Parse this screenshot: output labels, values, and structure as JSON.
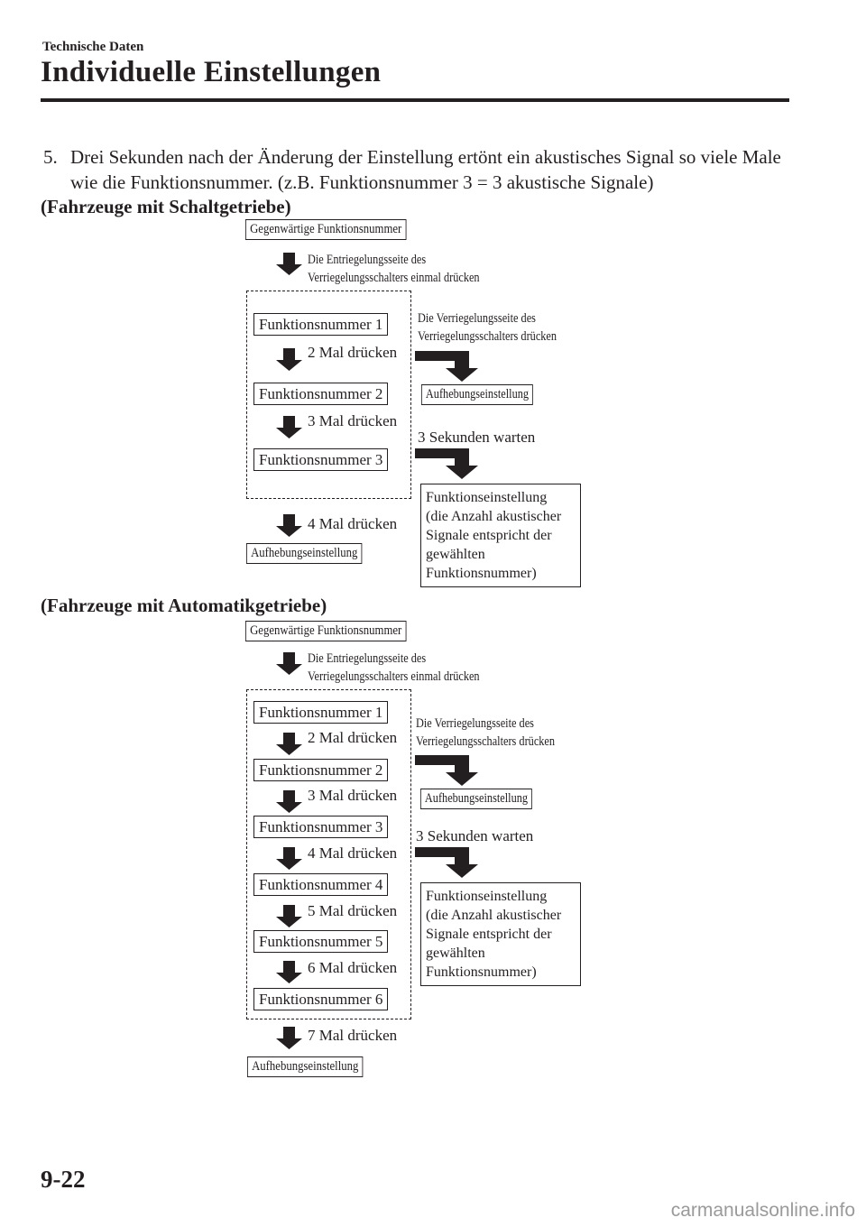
{
  "header": {
    "section": "Technische Daten",
    "title": "Individuelle Einstellungen"
  },
  "step": {
    "number": "5.",
    "text": "Drei Sekunden nach der Änderung der Einstellung ertönt ein akustisches Signal so viele Male wie die Funktionsnummer. (z.B. Funktionsnummer 3 = 3 akustische Signale)"
  },
  "manual": {
    "heading": "(Fahrzeuge mit Schaltgetriebe)",
    "current": "Gegenwärtige Funktionsnummer",
    "unlock_line1": "Die Entriegelungsseite des",
    "unlock_line2": "Verriegelungsschalters einmal drücken",
    "functions": [
      "Funktionsnummer 1",
      "Funktionsnummer 2",
      "Funktionsnummer 3"
    ],
    "presses": [
      "2 Mal drücken",
      "3 Mal drücken"
    ],
    "final_press": "4 Mal drücken",
    "cancel": "Aufhebungseinstellung",
    "lock_line1": "Die Verriegelungsseite des",
    "lock_line2": "Verriegelungsschalters drücken",
    "lock_result": "Aufhebungseinstellung",
    "wait": "3 Sekunden warten",
    "result_lines": [
      "Funktionseinstellung",
      "(die Anzahl akustischer",
      "Signale entspricht der",
      "gewählten",
      "Funktionsnummer)"
    ]
  },
  "automatic": {
    "heading": "(Fahrzeuge mit Automatikgetriebe)",
    "current": "Gegenwärtige Funktionsnummer",
    "unlock_line1": "Die Entriegelungsseite des",
    "unlock_line2": "Verriegelungsschalters einmal drücken",
    "functions": [
      "Funktionsnummer 1",
      "Funktionsnummer 2",
      "Funktionsnummer 3",
      "Funktionsnummer 4",
      "Funktionsnummer 5",
      "Funktionsnummer 6"
    ],
    "presses": [
      "2 Mal drücken",
      "3 Mal drücken",
      "4 Mal drücken",
      "5 Mal drücken",
      "6 Mal drücken"
    ],
    "final_press": "7 Mal drücken",
    "cancel": "Aufhebungseinstellung",
    "lock_line1": "Die Verriegelungsseite des",
    "lock_line2": "Verriegelungsschalters drücken",
    "lock_result": "Aufhebungseinstellung",
    "wait": "3 Sekunden warten",
    "result_lines": [
      "Funktionseinstellung",
      "(die Anzahl akustischer",
      "Signale entspricht der",
      "gewählten",
      "Funktionsnummer)"
    ]
  },
  "footer": {
    "page_number": "9-22",
    "watermark": "carmanualsonline.info"
  }
}
